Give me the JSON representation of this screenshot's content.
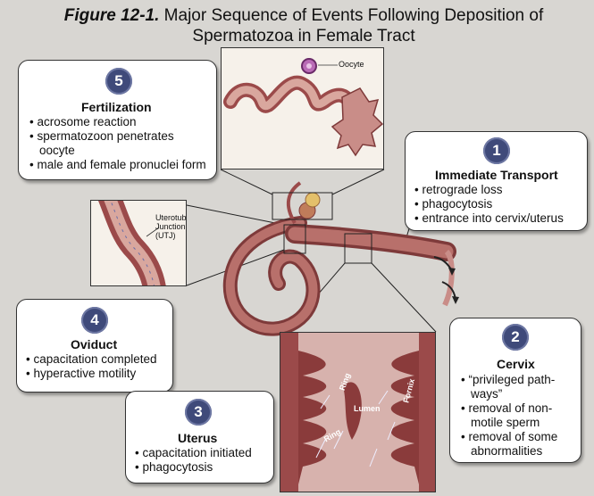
{
  "title": {
    "figure": "Figure 12-1.",
    "text": "Major Sequence of Events Following Deposition of Spermatozoa in Female Tract"
  },
  "boxes": {
    "fertilization": {
      "number": "5",
      "heading": "Fertilization",
      "items": [
        "acrosome reaction",
        "spermatozoon penetrates oocyte",
        "male and female pronuclei form"
      ]
    },
    "transport": {
      "number": "1",
      "heading": "Immediate Transport",
      "items": [
        "retrograde loss",
        "phagocytosis",
        "entrance into cervix/uterus"
      ]
    },
    "oviduct": {
      "number": "4",
      "heading": "Oviduct",
      "items": [
        "capacitation completed",
        "hyperactive motility"
      ]
    },
    "uterus": {
      "number": "3",
      "heading": "Uterus",
      "items": [
        "capacitation initiated",
        "phagocytosis"
      ]
    },
    "cervix": {
      "number": "2",
      "heading": "Cervix",
      "items": [
        "“privileged path-ways”",
        "removal of non-motile sperm",
        "removal of some abnormalities"
      ]
    }
  },
  "insets": {
    "oocyte_label": "Oocyte",
    "utj_label": "Uterotubal Junction (UTJ)",
    "lumen_label": "Lumen",
    "fornix_label": "Fornix",
    "ring_label": "Ring"
  },
  "colors": {
    "badge": "#3f4a7a",
    "tract": "#9b4a4a",
    "tract_light": "#c98d88",
    "background": "#d8d6d2"
  }
}
